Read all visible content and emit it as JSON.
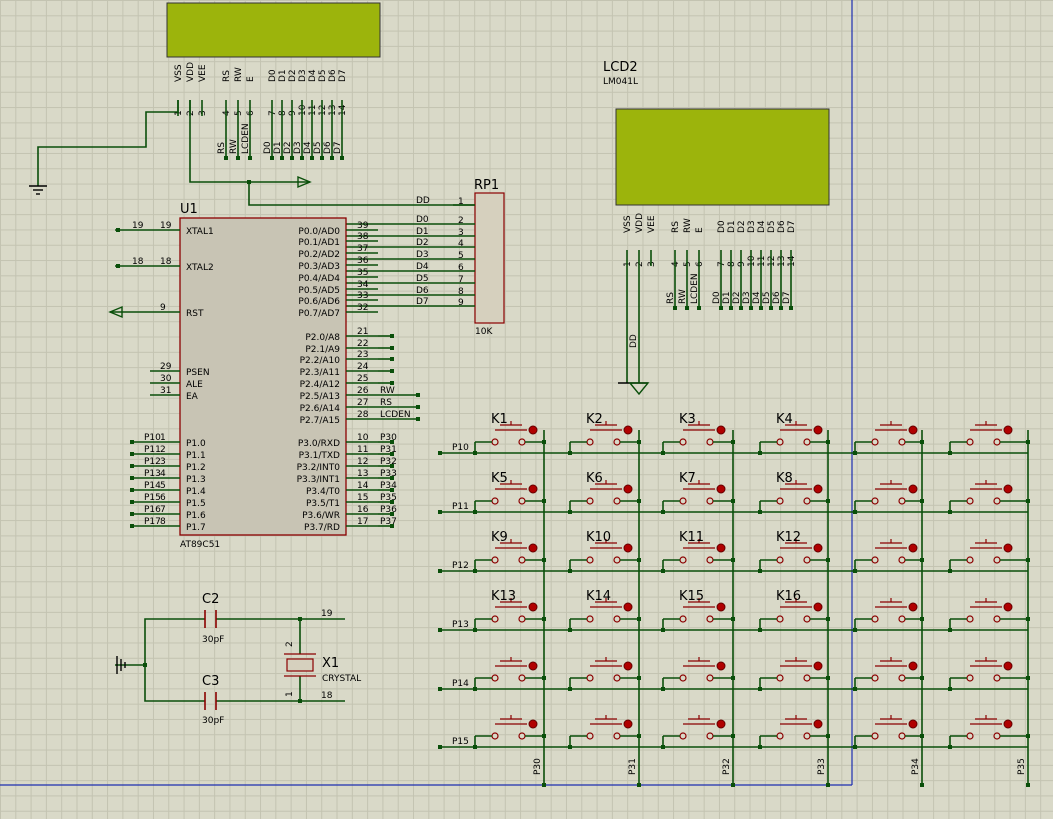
{
  "lcd1": {
    "pins": [
      "VSS",
      "VDD",
      "VEE",
      "RS",
      "RW",
      "E",
      "D0",
      "D1",
      "D2",
      "D3",
      "D4",
      "D5",
      "D6",
      "D7"
    ],
    "nums": [
      "1",
      "2",
      "3",
      "4",
      "5",
      "6",
      "7",
      "8",
      "9",
      "10",
      "11",
      "12",
      "13",
      "14"
    ],
    "nets": [
      "RS",
      "RW",
      "LCDEN",
      "D0",
      "D1",
      "D2",
      "D3",
      "D4",
      "D5",
      "D6",
      "D7"
    ]
  },
  "lcd2": {
    "ref": "LCD2",
    "model": "LM041L",
    "dd": "DD",
    "pins": [
      "VSS",
      "VDD",
      "VEE",
      "RS",
      "RW",
      "E",
      "D0",
      "D1",
      "D2",
      "D3",
      "D4",
      "D5",
      "D6",
      "D7"
    ],
    "nums": [
      "1",
      "2",
      "3",
      "4",
      "5",
      "6",
      "7",
      "8",
      "9",
      "10",
      "11",
      "12",
      "13",
      "14"
    ],
    "nets": [
      "RS",
      "RW",
      "LCDEN",
      "D0",
      "D1",
      "D2",
      "D3",
      "D4",
      "D5",
      "D6",
      "D7"
    ]
  },
  "rp1": {
    "ref": "RP1",
    "value": "10K",
    "dd": "DD",
    "nets": [
      "D0",
      "D1",
      "D2",
      "D3",
      "D4",
      "D5",
      "D6",
      "D7"
    ],
    "nums": [
      "1",
      "2",
      "3",
      "4",
      "5",
      "6",
      "7",
      "8",
      "9"
    ]
  },
  "u1": {
    "ref": "U1",
    "part": "AT89C51",
    "left": [
      {
        "num": "19",
        "name": "XTAL1",
        "net": "19"
      },
      {
        "num": "18",
        "name": "XTAL2",
        "net": "18"
      },
      {
        "num": "9",
        "name": "RST",
        "net": ""
      },
      {
        "num": "29",
        "name": "PSEN",
        "net": ""
      },
      {
        "num": "30",
        "name": "ALE",
        "net": ""
      },
      {
        "num": "31",
        "name": "EA",
        "net": ""
      },
      {
        "num": "1",
        "name": "P1.0",
        "net": "P10"
      },
      {
        "num": "2",
        "name": "P1.1",
        "net": "P11"
      },
      {
        "num": "3",
        "name": "P1.2",
        "net": "P12"
      },
      {
        "num": "4",
        "name": "P1.3",
        "net": "P13"
      },
      {
        "num": "5",
        "name": "P1.4",
        "net": "P14"
      },
      {
        "num": "6",
        "name": "P1.5",
        "net": "P15"
      },
      {
        "num": "7",
        "name": "P1.6",
        "net": "P16"
      },
      {
        "num": "8",
        "name": "P1.7",
        "net": "P17"
      }
    ],
    "right": [
      {
        "num": "39",
        "name": "P0.0/AD0"
      },
      {
        "num": "38",
        "name": "P0.1/AD1"
      },
      {
        "num": "37",
        "name": "P0.2/AD2"
      },
      {
        "num": "36",
        "name": "P0.3/AD3"
      },
      {
        "num": "35",
        "name": "P0.4/AD4"
      },
      {
        "num": "34",
        "name": "P0.5/AD5"
      },
      {
        "num": "33",
        "name": "P0.6/AD6"
      },
      {
        "num": "32",
        "name": "P0.7/AD7"
      },
      {
        "num": "21",
        "name": "P2.0/A8"
      },
      {
        "num": "22",
        "name": "P2.1/A9"
      },
      {
        "num": "23",
        "name": "P2.2/A10"
      },
      {
        "num": "24",
        "name": "P2.3/A11"
      },
      {
        "num": "25",
        "name": "P2.4/A12"
      },
      {
        "num": "26",
        "name": "P2.5/A13",
        "net": "RW"
      },
      {
        "num": "27",
        "name": "P2.6/A14",
        "net": "RS"
      },
      {
        "num": "28",
        "name": "P2.7/A15",
        "net": "LCDEN"
      },
      {
        "num": "10",
        "name": "P3.0/RXD",
        "net": "P30"
      },
      {
        "num": "11",
        "name": "P3.1/TXD",
        "net": "P31"
      },
      {
        "num": "12",
        "name": "P3.2/INT0",
        "net": "P32"
      },
      {
        "num": "13",
        "name": "P3.3/INT1",
        "net": "P33"
      },
      {
        "num": "14",
        "name": "P3.4/T0",
        "net": "P34"
      },
      {
        "num": "15",
        "name": "P3.5/T1",
        "net": "P35"
      },
      {
        "num": "16",
        "name": "P3.6/WR",
        "net": "P36"
      },
      {
        "num": "17",
        "name": "P3.7/RD",
        "net": "P37"
      }
    ]
  },
  "c2": {
    "ref": "C2",
    "value": "30pF"
  },
  "c3": {
    "ref": "C3",
    "value": "30pF"
  },
  "x1": {
    "ref": "X1",
    "value": "CRYSTAL",
    "n19": "19",
    "n18": "18",
    "p1": "1",
    "p2": "2"
  },
  "keys": [
    "K1",
    "K2",
    "K3",
    "K4",
    "",
    "",
    "K5",
    "K6",
    "K7",
    "K8",
    "",
    "",
    "K9",
    "K10",
    "K11",
    "K12",
    "",
    "",
    "K13",
    "K14",
    "K15",
    "K16",
    "",
    "",
    "",
    "",
    "",
    "",
    "",
    "",
    "",
    "",
    "",
    "",
    "",
    ""
  ],
  "rows": [
    "P10",
    "P11",
    "P12",
    "P13",
    "P14",
    "P15"
  ],
  "cols": [
    "P30",
    "P31",
    "P32",
    "P33",
    "P34",
    "P35"
  ]
}
